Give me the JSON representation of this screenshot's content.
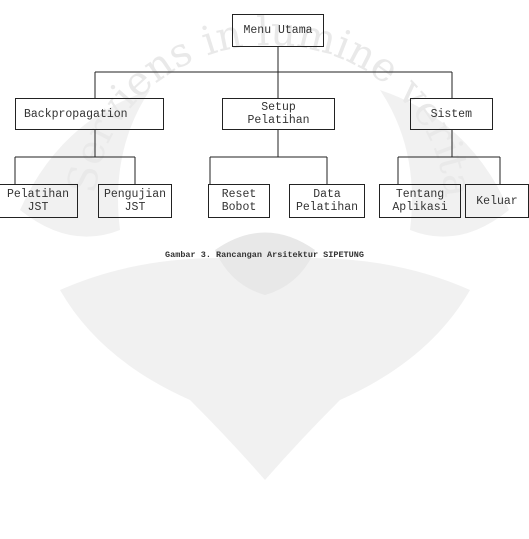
{
  "diagram": {
    "root": "Menu Utama",
    "level1": [
      "Backpropagation",
      "Setup\nPelatihan",
      "Sistem"
    ],
    "level2": {
      "backpropagation": [
        "Pelatihan\nJST",
        "Pengujian\nJST"
      ],
      "setup_pelatihan": [
        "Reset\nBobot",
        "Data\nPelatihan"
      ],
      "sistem": [
        "Tentang\nAplikasi",
        "Keluar"
      ]
    }
  },
  "caption": "Gambar 3. Rancangan Arsitektur SIPETUNG",
  "watermark_text": "Serviens in lumine veritatis",
  "colors": {
    "line": "#222222",
    "text": "#333333",
    "watermark": "#ececec"
  }
}
